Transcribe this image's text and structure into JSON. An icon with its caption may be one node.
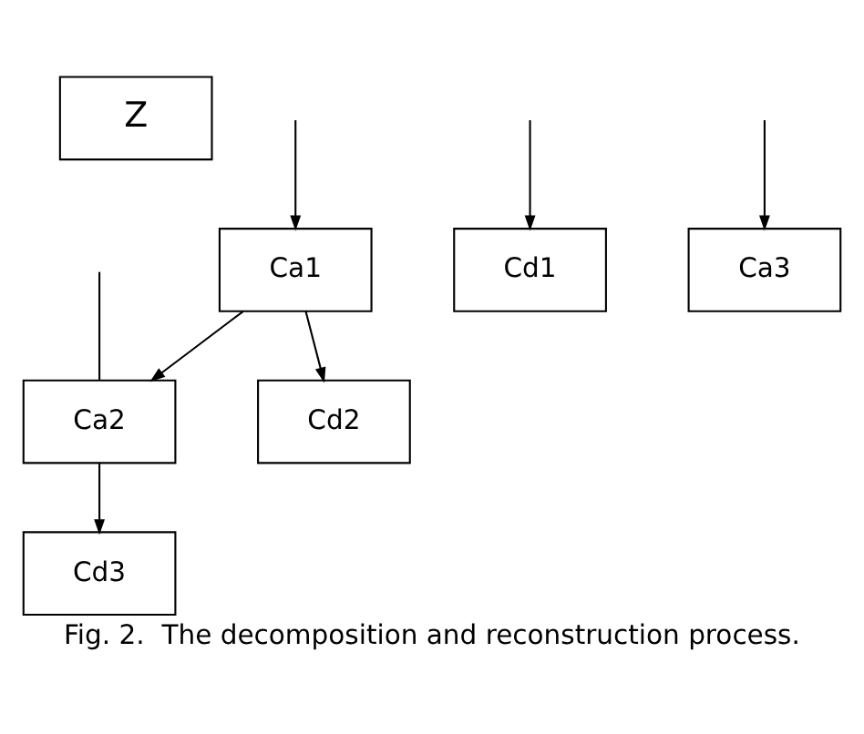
{
  "diagram": {
    "caption": "Fig. 2.  The decomposition and reconstruction process.",
    "nodes": [
      {
        "text": [
          "Z"
        ]
      },
      {
        "text": [
          "Ca1"
        ]
      },
      {
        "text": [
          "Cd1"
        ]
      },
      {
        "text": [
          "Ca2"
        ]
      },
      {
        "text": [
          "Cd2"
        ]
      },
      {
        "text": [
          "Ca3"
        ]
      },
      {
        "text": [
          "Cd3"
        ]
      }
    ],
    "edges": [
      {
        "from": null,
        "to": 1,
        "arrow": "to"
      },
      {
        "from": null,
        "to": 2,
        "arrow": "to"
      },
      {
        "from": 1,
        "to": 3,
        "arrow": "to"
      },
      {
        "from": 1,
        "to": 4,
        "arrow": "to"
      },
      {
        "from": null,
        "to": 3,
        "arrow": "none"
      },
      {
        "from": 3,
        "to": 6,
        "arrow": "to"
      },
      {
        "from": null,
        "to": 5,
        "arrow": "to"
      }
    ]
  }
}
